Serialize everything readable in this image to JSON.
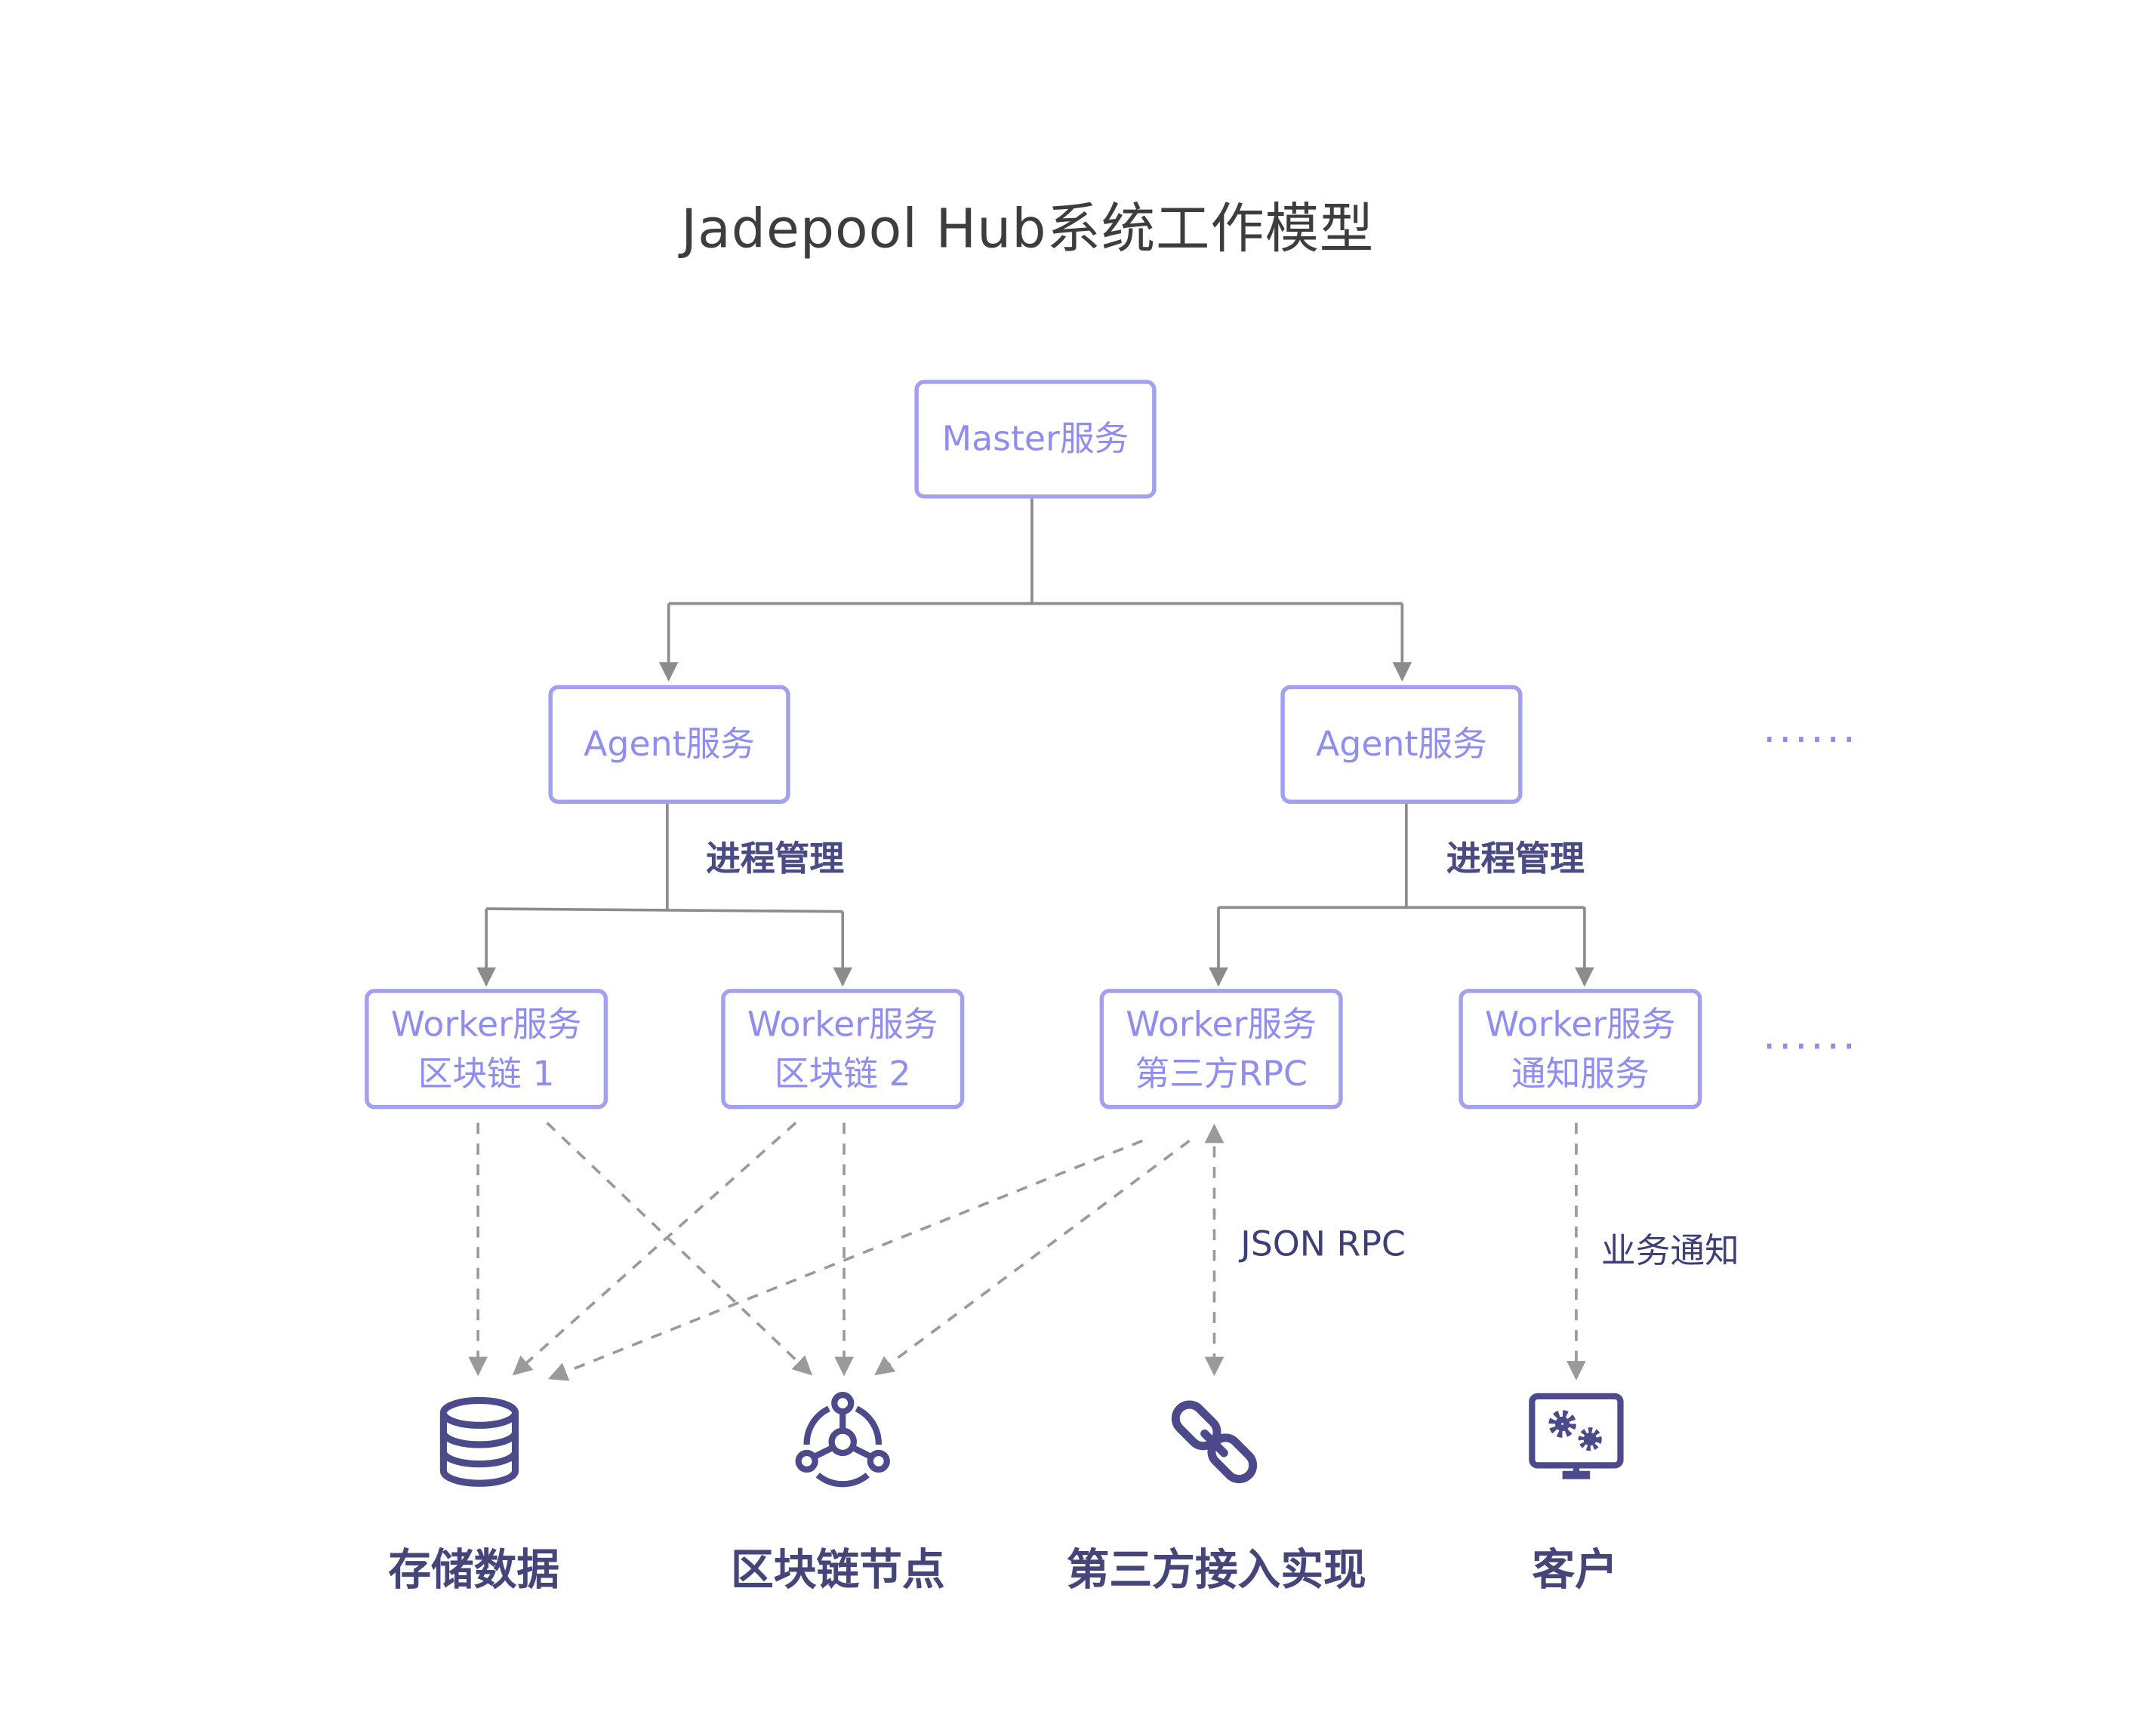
{
  "title": "Jadepool Hub系统工作模型",
  "master": {
    "label": "Master服务"
  },
  "agents": [
    {
      "label": "Agent服务",
      "edge_label": "进程管理"
    },
    {
      "label": "Agent服务",
      "edge_label": "进程管理"
    }
  ],
  "workers": [
    {
      "line1": "Worker服务",
      "line2": "区块链 1"
    },
    {
      "line1": "Worker服务",
      "line2": "区块链 2"
    },
    {
      "line1": "Worker服务",
      "line2": "第三方RPC"
    },
    {
      "line1": "Worker服务",
      "line2": "通知服务"
    }
  ],
  "ellipsis": "······",
  "connection_labels": {
    "rpc": "JSON RPC",
    "notify": "业务通知"
  },
  "resources": [
    {
      "label": "存储数据",
      "icon": "database-icon"
    },
    {
      "label": "区块链节点",
      "icon": "blockchain-node-icon"
    },
    {
      "label": "第三方接入实现",
      "icon": "link-icon"
    },
    {
      "label": "客户",
      "icon": "monitor-gears-icon"
    }
  ],
  "colors": {
    "node_border": "#a3a0f2",
    "node_text": "#8f8ef0",
    "connector": "#8c8c8c",
    "label_text": "#45457a",
    "icon": "#4c4a8a"
  }
}
